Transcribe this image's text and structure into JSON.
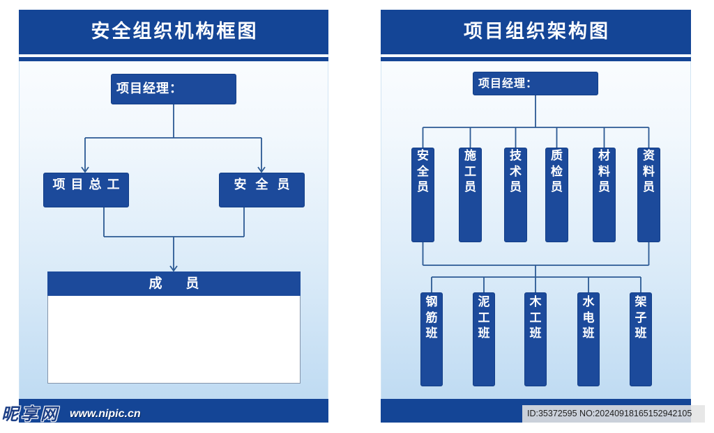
{
  "left_panel": {
    "title": "安全组织机构框图",
    "manager_label": "项目经理：",
    "branches": [
      "项目总工",
      "安全员"
    ],
    "members_header": "成员"
  },
  "right_panel": {
    "title": "项目组织架构图",
    "manager_label": "项目经理：",
    "roles": [
      "安全员",
      "施工员",
      "技术员",
      "质检员",
      "材料员",
      "资料员"
    ],
    "teams": [
      "钢筋班",
      "泥工班",
      "木工班",
      "水电班",
      "架子班"
    ]
  },
  "watermark": {
    "site_logo": "昵享网",
    "site_url": "www.nipic.cn",
    "image_id": "ID:35372595 NO:20240918165152942105"
  },
  "colors": {
    "title_bar": "#144596",
    "box": "#1c4a9b",
    "connector": "#2b5993",
    "panel_bottom": "#bad8f1"
  }
}
